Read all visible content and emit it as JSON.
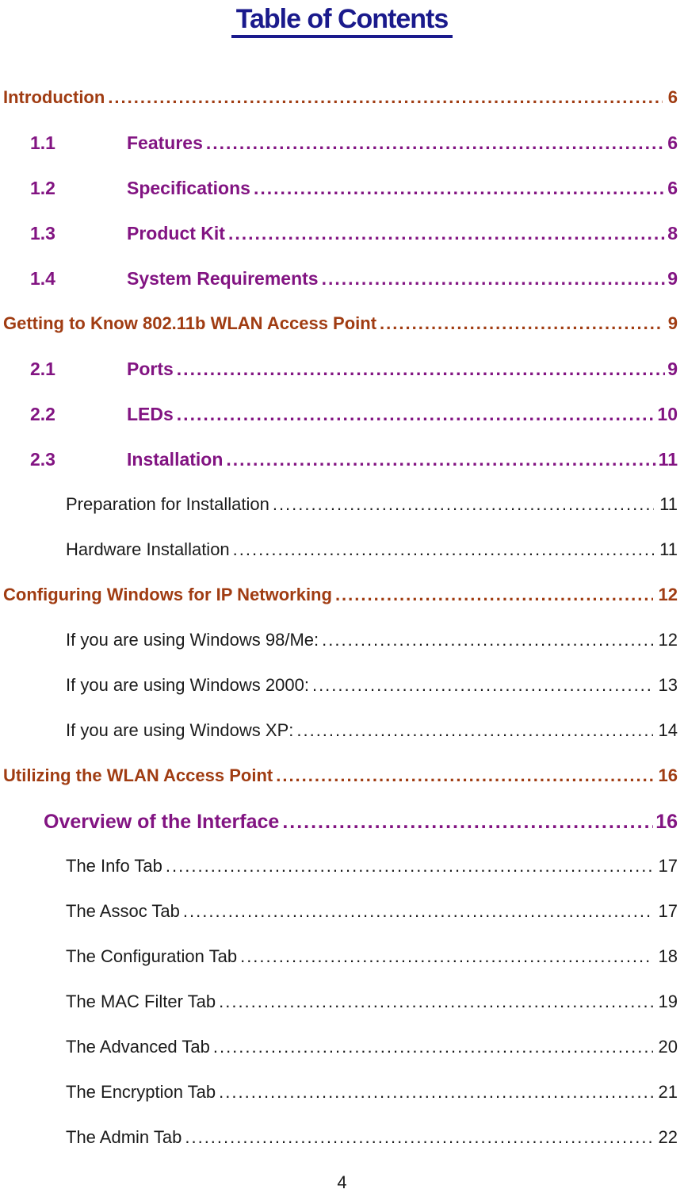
{
  "page": {
    "title": "Table of Contents",
    "footer_page_number": "4",
    "colors": {
      "title_navy": "#1A1A8C",
      "chapter_maroon": "#A03C12",
      "section_purple": "#821482",
      "body_text": "#1B1B1B"
    }
  },
  "toc": {
    "entries": [
      {
        "level": "chapter",
        "number": "",
        "label": "Introduction",
        "page": "6"
      },
      {
        "level": "numbered-section",
        "number": "1.1",
        "label": "Features",
        "page": "6"
      },
      {
        "level": "numbered-section",
        "number": "1.2",
        "label": "Specifications",
        "page": "6"
      },
      {
        "level": "numbered-section",
        "number": "1.3",
        "label": "Product Kit",
        "page": "8"
      },
      {
        "level": "numbered-section",
        "number": "1.4",
        "label": "System Requirements",
        "page": "9"
      },
      {
        "level": "chapter",
        "number": "",
        "label": "Getting to Know 802.11b WLAN Access Point",
        "page": "9"
      },
      {
        "level": "numbered-section",
        "number": "2.1",
        "label": "Ports",
        "page": "9"
      },
      {
        "level": "numbered-section",
        "number": "2.2",
        "label": "LEDs",
        "page": "10"
      },
      {
        "level": "numbered-section",
        "number": "2.3",
        "label": "Installation",
        "page": "11"
      },
      {
        "level": "subsection",
        "number": "",
        "label": "Preparation for Installation",
        "page": "11"
      },
      {
        "level": "subsection",
        "number": "",
        "label": "Hardware Installation",
        "page": "11"
      },
      {
        "level": "chapter",
        "number": "",
        "label": "Configuring Windows for IP Networking",
        "page": "12"
      },
      {
        "level": "subsection",
        "number": "",
        "label": "If you are using Windows 98/Me:",
        "page": "12"
      },
      {
        "level": "subsection",
        "number": "",
        "label": "If you are using Windows 2000:",
        "page": "13"
      },
      {
        "level": "subsection",
        "number": "",
        "label": "If you are using Windows XP:",
        "page": "14"
      },
      {
        "level": "chapter",
        "number": "",
        "label": "Utilizing the WLAN Access Point",
        "page": "16"
      },
      {
        "level": "section",
        "number": "",
        "label": "Overview of the Interface",
        "page": "16"
      },
      {
        "level": "subsection",
        "number": "",
        "label": "The Info Tab",
        "page": "17"
      },
      {
        "level": "subsection",
        "number": "",
        "label": "The Assoc Tab",
        "page": "17"
      },
      {
        "level": "subsection",
        "number": "",
        "label": "The Configuration Tab",
        "page": "18"
      },
      {
        "level": "subsection",
        "number": "",
        "label": "The MAC Filter Tab",
        "page": "19"
      },
      {
        "level": "subsection",
        "number": "",
        "label": "The Advanced Tab",
        "page": "20"
      },
      {
        "level": "subsection",
        "number": "",
        "label": "The Encryption Tab",
        "page": "21"
      },
      {
        "level": "subsection",
        "number": "",
        "label": "The Admin Tab",
        "page": "22"
      }
    ]
  }
}
